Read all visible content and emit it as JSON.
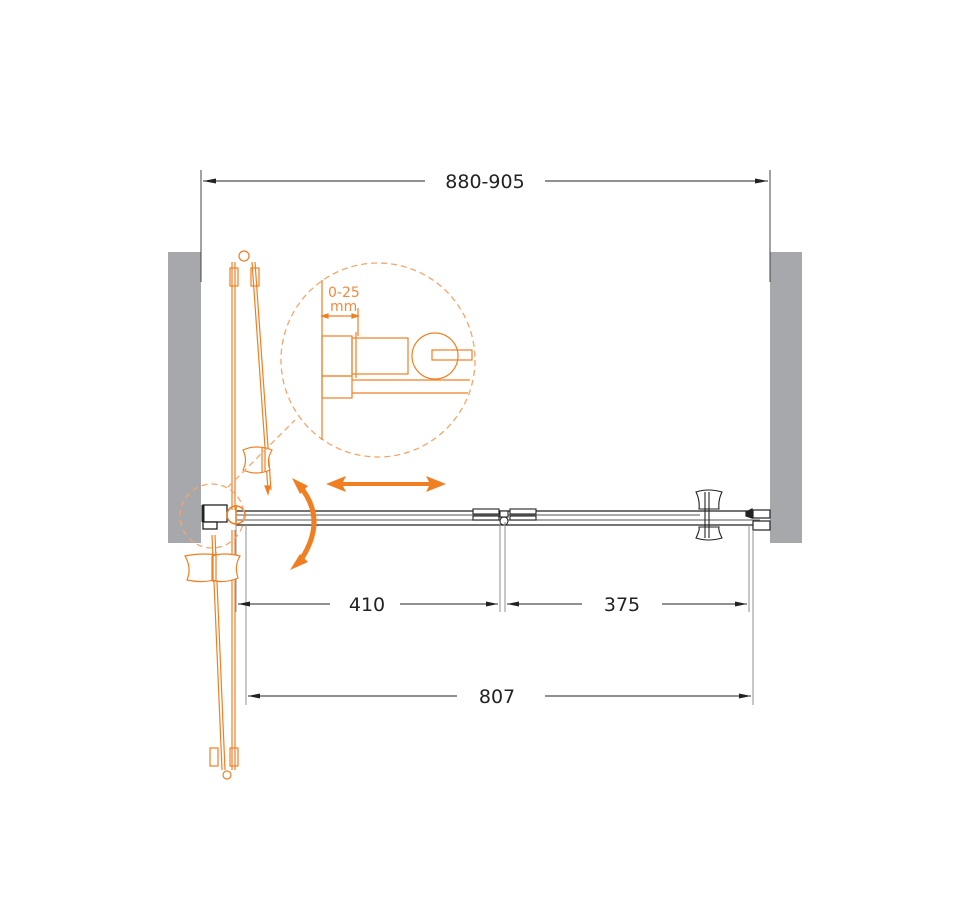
{
  "drawing": {
    "type": "shower-door-plan-view",
    "colors": {
      "wall": "#a7a8ab",
      "accent": "#f07f22",
      "accent_light": "#f3a66a",
      "line": "#222222",
      "gray_line": "#8e8f92"
    },
    "dimensions": {
      "overall_width": "880-905",
      "fixed_panel_segment": "410",
      "sliding_segment": "375",
      "total_glass": "807"
    },
    "detail": {
      "adjustment_value": "0-25",
      "adjustment_unit": "mm"
    },
    "symbols": {
      "slide": "double-arrow-horizontal",
      "swing": "curved-double-arrow"
    }
  }
}
